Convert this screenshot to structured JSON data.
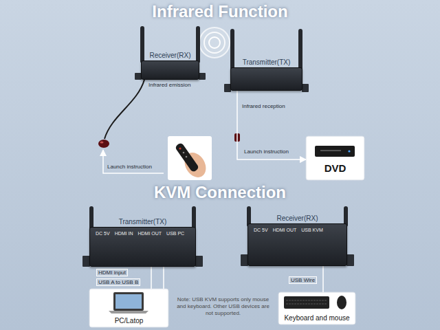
{
  "diagram": {
    "title": "Infrared Function",
    "nodes": [
      {
        "text": [
          "Receiver(RX)"
        ]
      },
      {
        "text": [
          "Transmitter(TX)"
        ]
      },
      {
        "text": [
          "DVD"
        ]
      },
      {
        "text": [
          "Transmitter(TX)",
          "DC 5V",
          "HDMI IN",
          "HDMI OUT",
          "USB PC"
        ]
      },
      {
        "text": [
          "PC/Latop"
        ]
      },
      {
        "text": [
          "Receiver(RX)",
          "DC 5V",
          "HDMI OUT",
          "USB KVM"
        ]
      },
      {
        "text": [
          "Keyboard and mouse"
        ]
      }
    ],
    "edges": [
      {
        "from": 1,
        "to": 2,
        "label": "Launch instruction",
        "arrow": "to"
      },
      {
        "from": 4,
        "to": 3,
        "label": "HDMI input",
        "arrow": "none"
      },
      {
        "from": 4,
        "to": 3,
        "label": "USB A to USB B",
        "arrow": "none"
      },
      {
        "from": 6,
        "to": 5,
        "label": "USB Wire",
        "arrow": "none"
      }
    ],
    "labels": [
      "KVM Connection",
      "Infrared emission",
      "Infrared reception",
      "Launch instruction",
      "Note: USB KVM supports only mouse and keyboard. Other USB devices are not supported."
    ]
  }
}
